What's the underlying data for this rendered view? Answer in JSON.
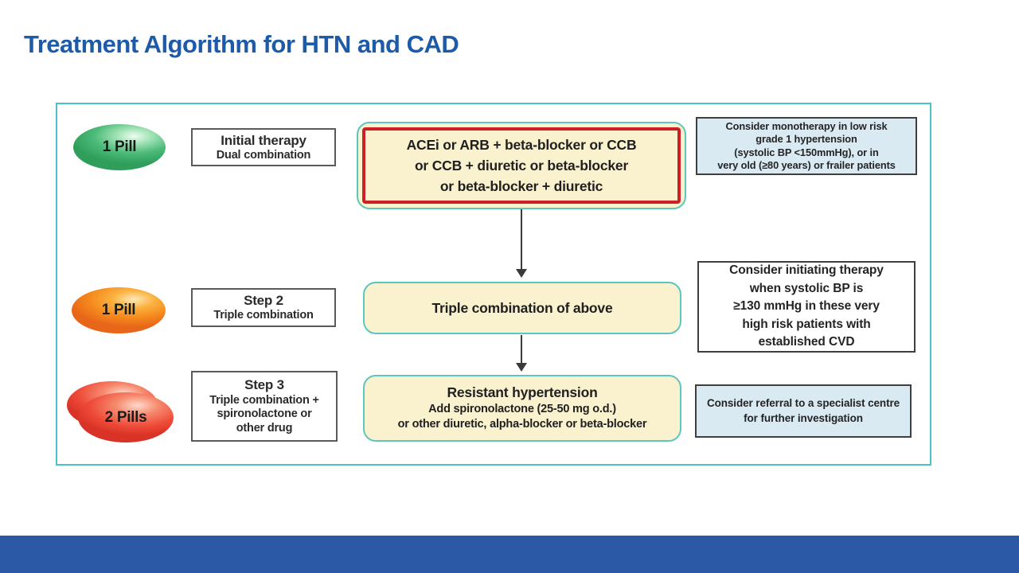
{
  "slide": {
    "title": "Treatment Algorithm for HTN and CAD",
    "colors": {
      "title_blue": "#1d5ba9",
      "footer_blue": "#2b59a6",
      "panel_border_teal": "#4ac2cb",
      "action_fill_yellow": "#faf1ce",
      "action_border_teal": "#5cc6c1",
      "highlight_border_red": "#cc2026",
      "note_fill_blue": "#d9eaf2",
      "pill_green": "#3fae6e",
      "pill_orange": "#f6921e",
      "pill_red": "#ee4737"
    }
  },
  "rows": [
    {
      "pill_label": "1 Pill",
      "step_lines": [
        "Initial therapy",
        "Dual combination"
      ],
      "action_lines": [
        "ACEi or ARB + beta-blocker or CCB",
        "or CCB + diuretic or beta-blocker",
        "or beta-blocker + diuretic"
      ],
      "note_lines": [
        "Consider monotherapy in low risk",
        "grade 1 hypertension",
        "(systolic BP <150mmHg), or in",
        "very old (≥80 years) or frailer patients"
      ]
    },
    {
      "pill_label": "1 Pill",
      "step_lines": [
        "Step 2",
        "Triple combination"
      ],
      "action_lines": [
        "Triple combination of above"
      ],
      "note_lines": [
        "Consider initiating therapy",
        "when systolic BP is",
        "≥130 mmHg in these very",
        "high risk patients with",
        "established CVD"
      ]
    },
    {
      "pill_label": "2 Pills",
      "step_lines": [
        "Step 3",
        "Triple combination +",
        "spironolactone or",
        "other drug"
      ],
      "action_lines": [
        "Resistant hypertension",
        "Add spironolactone (25-50 mg o.d.)",
        "or other diuretic, alpha-blocker or beta-blocker"
      ],
      "note_lines": [
        "Consider referral to a specialist centre",
        "for further investigation"
      ]
    }
  ]
}
